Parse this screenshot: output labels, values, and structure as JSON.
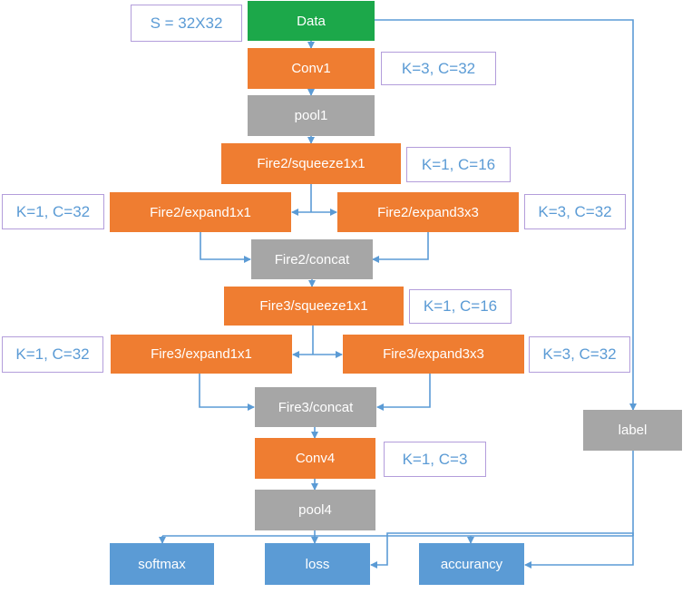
{
  "colors": {
    "data_node": "#1ca84a",
    "conv_node": "#ef7d31",
    "pool_node": "#a6a6a6",
    "output_node": "#5b9bd5",
    "connector": "#5b9bd5",
    "annotation_border": "#b39ddb"
  },
  "nodes": {
    "data": "Data",
    "conv1": "Conv1",
    "pool1": "pool1",
    "fire2_squeeze": "Fire2/squeeze1x1",
    "fire2_expand1": "Fire2/expand1x1",
    "fire2_expand3": "Fire2/expand3x3",
    "fire2_concat": "Fire2/concat",
    "fire3_squeeze": "Fire3/squeeze1x1",
    "fire3_expand1": "Fire3/expand1x1",
    "fire3_expand3": "Fire3/expand3x3",
    "fire3_concat": "Fire3/concat",
    "conv4": "Conv4",
    "pool4": "pool4",
    "label": "label",
    "softmax": "softmax",
    "loss": "loss",
    "accuracy": "accurancy"
  },
  "annotations": {
    "size": "S = 32X32",
    "conv1": "K=3, C=32",
    "fire2_squeeze": "K=1, C=16",
    "fire2_expand1": "K=1, C=32",
    "fire2_expand3": "K=3, C=32",
    "fire3_squeeze": "K=1, C=16",
    "fire3_expand1": "K=1, C=32",
    "fire3_expand3": "K=3, C=32",
    "conv4": "K=1, C=3"
  }
}
